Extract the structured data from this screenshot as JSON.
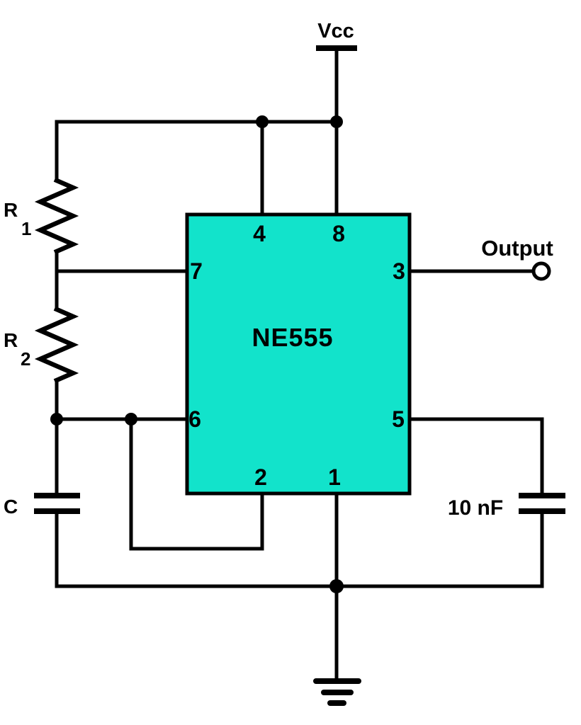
{
  "colors": {
    "background": "#FFFFFF",
    "wire": "#000000",
    "chip_fill": "#12E3CB",
    "text": "#000000"
  },
  "power": {
    "vcc": "Vcc"
  },
  "chip": {
    "name": "NE555",
    "pins": {
      "top_left": "4",
      "top_right": "8",
      "left_top": "7",
      "left_bottom": "6",
      "right_top": "3",
      "right_bottom": "5",
      "bottom_left": "2",
      "bottom_right": "1"
    }
  },
  "components": {
    "r1": {
      "label": "R",
      "subscript": "1"
    },
    "r2": {
      "label": "R",
      "subscript": "2"
    },
    "timing_capacitor": {
      "label": "C"
    },
    "control_capacitor": {
      "label": "10 nF"
    }
  },
  "output": {
    "label": "Output"
  }
}
